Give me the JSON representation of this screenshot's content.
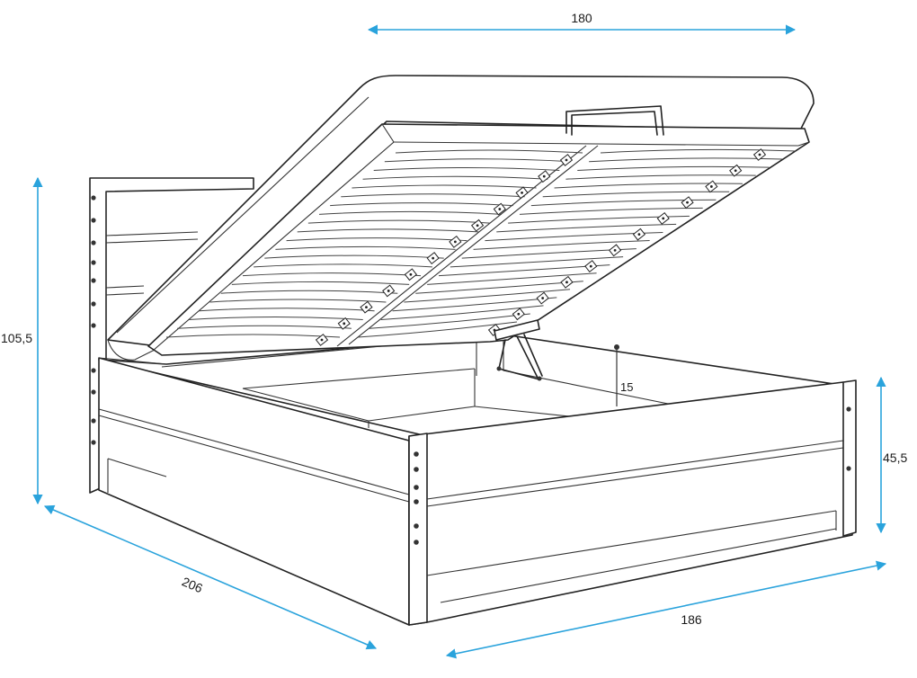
{
  "dimensions": {
    "width_top": "180",
    "total_height": "105,5",
    "length": "206",
    "frame_width": "186",
    "side_height": "45,5",
    "storage_depth": "15"
  },
  "colors": {
    "dimension_line": "#2aa3dc",
    "drawing_line": "#222222",
    "background": "#ffffff"
  }
}
